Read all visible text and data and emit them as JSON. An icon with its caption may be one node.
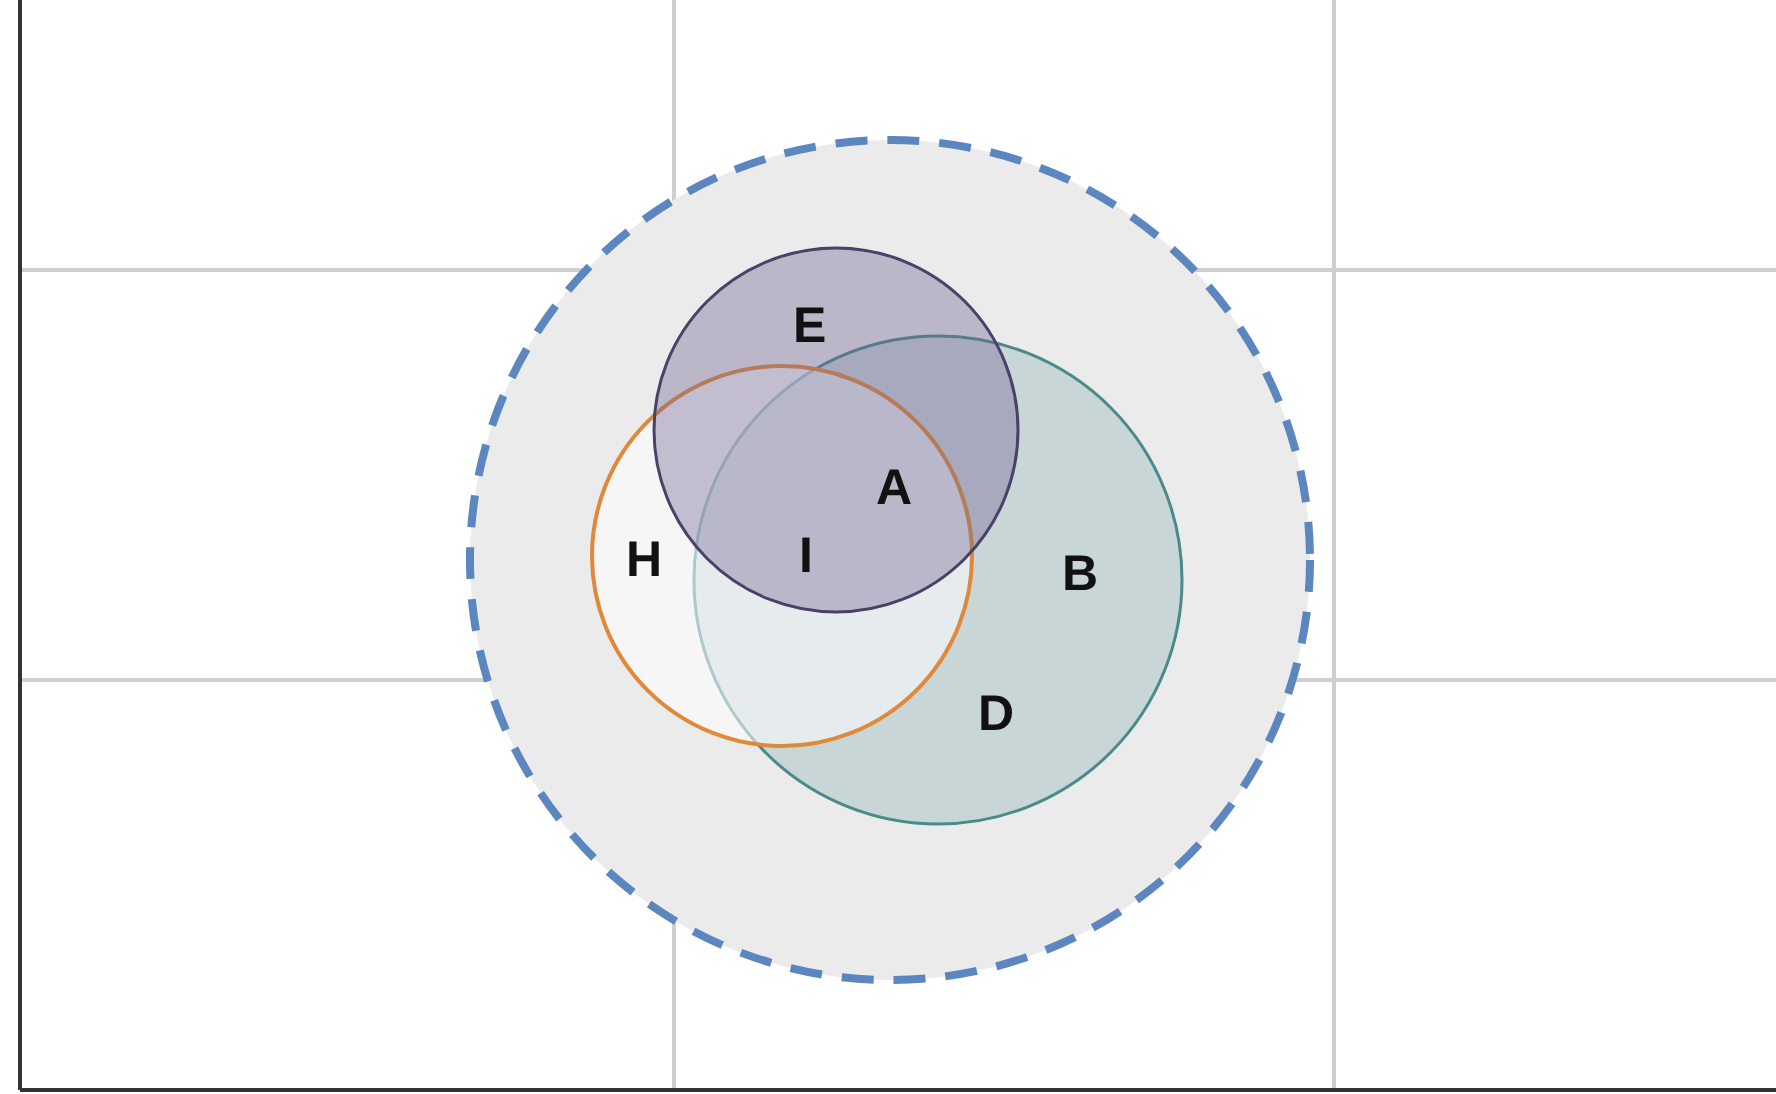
{
  "diagram": {
    "nodes": [
      {
        "text": [],
        "shape": "circle"
      },
      {
        "text": [
          "E"
        ],
        "in": 0
      },
      {
        "text": [
          "H"
        ],
        "in": 0
      },
      {
        "text": [
          "B"
        ],
        "in": 0
      }
    ],
    "labels": [
      "A",
      "I",
      "D"
    ]
  }
}
